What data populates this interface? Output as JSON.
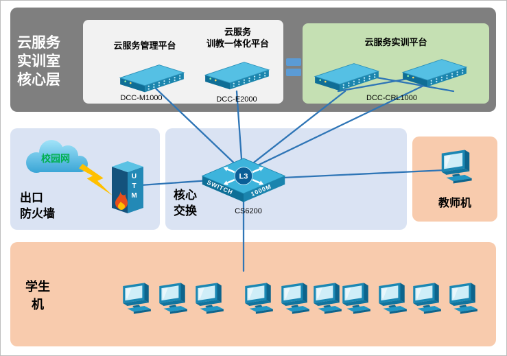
{
  "core_layer": {
    "title_lines": [
      "云服务",
      "实训室",
      "核心层"
    ],
    "management_platform": {
      "label": "云服务管理平台",
      "device": "DCC-M1000"
    },
    "integrated_platform": {
      "label_lines": [
        "云服务",
        "训教一体化平台"
      ],
      "device": "DCC-E2000"
    },
    "training_platform": {
      "label": "云服务实训平台",
      "device": "DCC-CRL1000"
    }
  },
  "firewall_zone": {
    "label_lines": [
      "出口",
      "防火墙"
    ],
    "cloud_label": "校园网",
    "utm_label": "UTM"
  },
  "switch_zone": {
    "label_lines": [
      "核心",
      "交换"
    ],
    "device": "CS6200",
    "switch_face_left": "SWITCH",
    "switch_face_right": "1000M",
    "switch_badge": "L3"
  },
  "teacher_zone": {
    "label": "教师机"
  },
  "student_zone": {
    "label_lines": [
      "学生",
      "机"
    ]
  },
  "colors": {
    "core_panel": "#7f7f7f",
    "inner_panel": "#f2f2f2",
    "green_panel": "#c5e0b3",
    "blue_panel": "#dae3f3",
    "peach_panel": "#f8cbad",
    "line": "#2e75b6",
    "cloud_text": "#00b050",
    "lightning": "#ffc000",
    "device_teal": "#2f9fc8"
  }
}
